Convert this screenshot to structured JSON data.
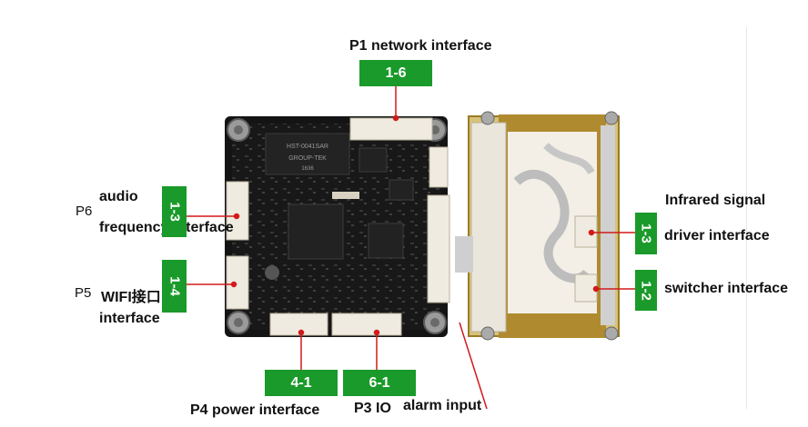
{
  "labels": {
    "p1": "P1 network interface",
    "p6_prefix": "P6",
    "p6_line1": "audio",
    "p6_line2": "frequency interface",
    "p5_prefix": "P5",
    "p5_line1": "WIFI接口",
    "p5_line2": "interface",
    "p4": "P4 power interface",
    "p3_prefix": "P3 IO",
    "p3_rest": "alarm input",
    "infrared_line1": "Infrared signal",
    "infrared_line2": "driver interface",
    "switcher": "switcher interface"
  },
  "tags": {
    "p1": "1-6",
    "p6": "1-3",
    "p5": "1-4",
    "p4": "4-1",
    "p3": "6-1",
    "infrared": "1-3",
    "switcher": "1-2"
  },
  "board": {
    "chip_text_1": "HST-0041SAR",
    "chip_text_2": "GROUP-TEK",
    "chip_text_3": "1636"
  },
  "colors": {
    "tag_green": "#1a9a2a",
    "pcb": "#151515",
    "brass": "#b08a2e",
    "connector": "#e9e4d8",
    "pointer_red": "#d21a1a"
  }
}
